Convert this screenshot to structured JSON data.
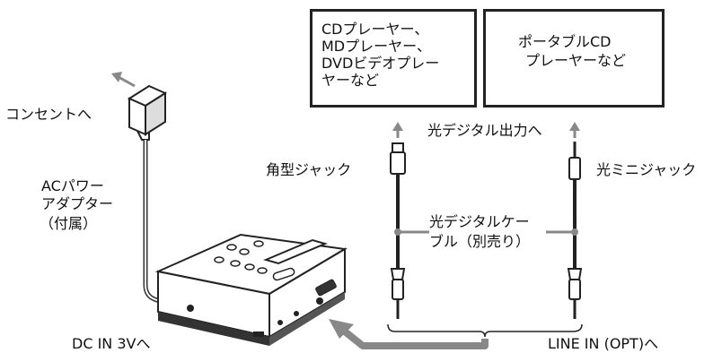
{
  "labels": {
    "outlet": "コンセントへ",
    "ac_adapter": [
      "ACパワー",
      "アダプター",
      "（付属）"
    ],
    "dc_in": "DC IN 3Vへ",
    "square_jack": "角型ジャック",
    "optical_digital_out": "光デジタル出力へ",
    "optical_mini_jack": "光ミニジャック",
    "optical_cable": [
      "光デジタルケー",
      "ブル（別売り）"
    ],
    "line_in": "LINE IN (OPT)へ"
  },
  "boxes": {
    "left": [
      "CDプレーヤー、",
      "MDプレーヤー、",
      "DVDビデオプレー",
      "ヤーなど"
    ],
    "right": [
      "ポータブルCD",
      "プレーヤーなど"
    ]
  },
  "colors": {
    "line": "#222222",
    "arrow": "#888888",
    "device": "#ffffff"
  }
}
